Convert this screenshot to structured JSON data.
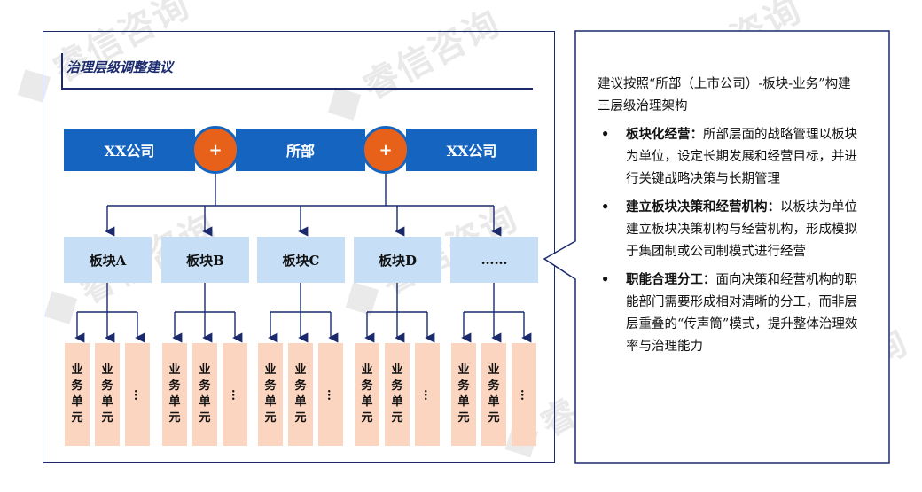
{
  "watermark_text": "睿信咨询",
  "diagram_title": "治理层级调整建议",
  "top_bar": {
    "left_label": "XX公司",
    "center_label": "所部",
    "right_label": "XX公司",
    "plus_symbol": "+"
  },
  "blocks": [
    "板块A",
    "板块B",
    "板块C",
    "板块D",
    "……"
  ],
  "units": [
    "业务单元",
    "业务单元",
    "…"
  ],
  "colors": {
    "bar_blue": "#1565c0",
    "plus_orange": "#e8611a",
    "block_light_blue": "#c6dff7",
    "unit_peach": "#fbd5c0",
    "frame_navy": "#1a2a6c"
  },
  "right_panel": {
    "intro": "建议按照“所部（上市公司）-板块-业务”构建三层级治理架构",
    "bullets": [
      {
        "head": "板块化经营：",
        "body": "所部层面的战略管理以板块为单位，设定长期发展和经营目标，并进行关键战略决策与长期管理"
      },
      {
        "head": "建立板块决策和经营机构：",
        "body": "以板块为单位建立板块决策机构与经营机构，形成模拟于集团制或公司制模式进行经营"
      },
      {
        "head": "职能合理分工：",
        "body": "面向决策和经营机构的职能部门需要形成相对清晰的分工，而非层层重叠的“传声筒”模式，提升整体治理效率与治理能力"
      }
    ],
    "bullet_glyph": "•"
  }
}
